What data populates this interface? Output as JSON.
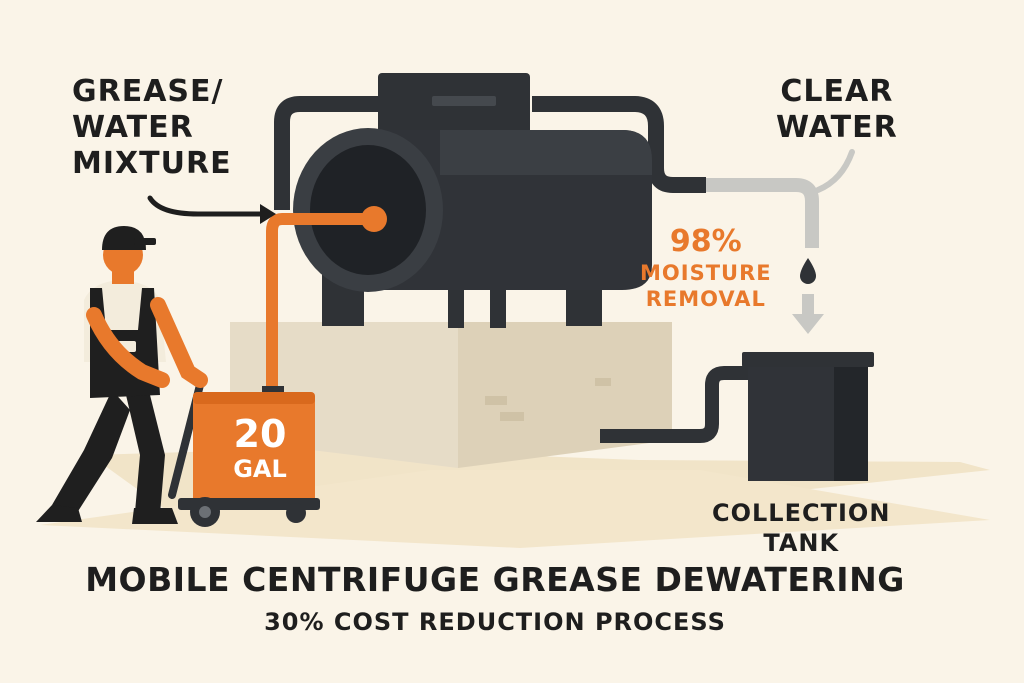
{
  "labels": {
    "input_lines": [
      "GREASE/",
      "WATER",
      "MIXTURE"
    ],
    "output_lines": [
      "CLEAR",
      "WATER"
    ],
    "moisture_percent": "98%",
    "moisture_lines": [
      "MOISTURE",
      "REMOVAL"
    ],
    "tank_lines": [
      "COLLECTION",
      "TANK"
    ]
  },
  "cart": {
    "amount": "20",
    "unit": "GAL"
  },
  "title": "MOBILE CENTRIFUGE GREASE DEWATERING",
  "subtitle": "30% COST REDUCTION PROCESS",
  "colors": {
    "background": "#faf4e8",
    "accent_orange": "#e8792c",
    "machine_dark": "#2f3236",
    "platform_beige": "#e9dfca",
    "text_dark": "#1e1e1e",
    "clear_water_gray": "#c8c8c4"
  }
}
